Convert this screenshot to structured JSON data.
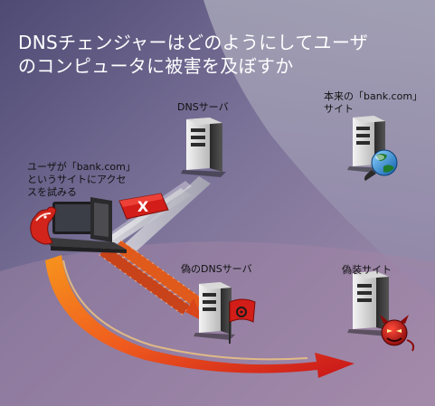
{
  "title": {
    "line1": "DNSチェンジャーはどのようにしてユーザ",
    "line2": "のコンピュータに被害を及ぼすか"
  },
  "labels": {
    "user_line1": "ユーザが「bank.com」",
    "user_line2": "というサイトにアクセ",
    "user_line3": "スを試みる",
    "dns_server": "DNSサーバ",
    "real_site_line1": "本来の「bank.com」",
    "real_site_line2": "サイト",
    "rogue_dns": "偽のDNSサーバ",
    "fake_site": "偽装サイト"
  },
  "colors": {
    "bg_left": "#5d5880",
    "bg_mid": "#8b80a6",
    "bg_right_top": "#9c9ab0",
    "bg_bottom": "#a07fa0",
    "arrow_gray": "#b9b9c3",
    "arrow_orange": "#f26a1b",
    "arrow_red": "#c0180c",
    "block_red": "#d21d18"
  },
  "icons": [
    "server-icon",
    "globe-icon",
    "biohazard-flag-icon",
    "devil-icon",
    "trojan-horse-icon",
    "block-x-icon"
  ]
}
